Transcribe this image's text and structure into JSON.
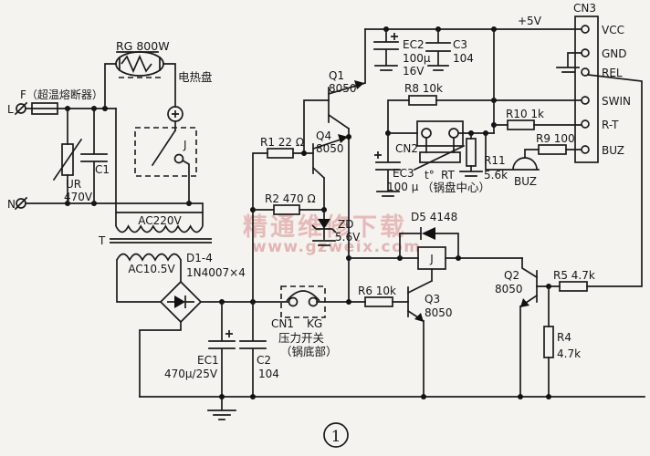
{
  "watermark": {
    "line1": "精通维修下载",
    "line2": "www.gzweix.com"
  },
  "figure_number": "1",
  "mains": {
    "live_label": "L",
    "neutral_label": "N",
    "fuse_label": "F（超温熔断器）"
  },
  "heater": {
    "ref": "RG 800W",
    "name": "电热盘",
    "contact": "J"
  },
  "protection": {
    "varistor_ref": "UR",
    "varistor_value": "470V",
    "cap_ref": "C1"
  },
  "transformer": {
    "ref": "T",
    "primary": "AC220V",
    "secondary": "AC10.5V"
  },
  "rectifier": {
    "ref": "D1-4",
    "part": "1N4007×4"
  },
  "filter": {
    "ec1_ref": "EC1",
    "ec1_value": "470μ/25V",
    "c2_ref": "C2",
    "c2_value": "104"
  },
  "regulator": {
    "r1": "R1 22 Ω",
    "r2": "R2 470 Ω",
    "zd_ref": "ZD",
    "zd_value": "5.6V",
    "q1": "Q1",
    "q1_part": "8050",
    "q4": "Q4",
    "q4_part": "8050",
    "rail": "+5V",
    "ec2_ref": "EC2",
    "ec2_value": "100μ",
    "ec2_voltage": "16V",
    "c3_ref": "C3",
    "c3_value": "104"
  },
  "pressure_switch": {
    "connector": "CN1",
    "switch": "KG",
    "name": "压力开关",
    "location": "（锅底部）",
    "r6": "R6 10k",
    "q3": "Q3",
    "q3_part": "8050"
  },
  "relay": {
    "coil": "J",
    "d5": "D5 4148",
    "q2": "Q2",
    "q2_part": "8050",
    "r5": "R5 4.7k",
    "r4_ref": "R4",
    "r4_value": "4.7k"
  },
  "sensor": {
    "connector": "CN2",
    "r8": "R8 10k",
    "ec3_ref": "EC3",
    "ec3_value": "100 μ",
    "t_mark": "t°",
    "rt_ref": "RT",
    "location": "（锅盘中心）",
    "r10": "R10 1k",
    "r11_ref": "R11",
    "r11_value": "5.6k"
  },
  "buzzer": {
    "r9": "R9 100",
    "label": "BUZ"
  },
  "cn3": {
    "ref": "CN3",
    "pins": [
      "VCC",
      "GND",
      "REL",
      "SWIN",
      "R-T",
      "BUZ"
    ]
  }
}
